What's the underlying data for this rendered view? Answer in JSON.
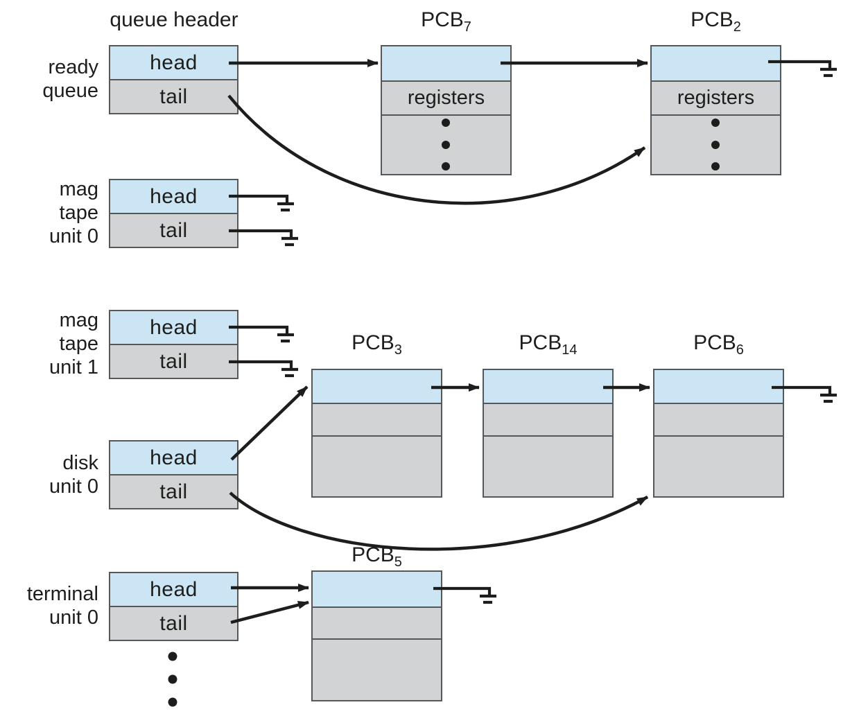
{
  "title_labels": {
    "queue_header": "queue header"
  },
  "queues": [
    {
      "name": "ready queue",
      "label_lines": [
        "ready",
        "queue"
      ],
      "head": "head",
      "tail": "tail"
    },
    {
      "name": "mag tape unit 0",
      "label_lines": [
        "mag",
        "tape",
        "unit 0"
      ],
      "head": "head",
      "tail": "tail"
    },
    {
      "name": "mag tape unit 1",
      "label_lines": [
        "mag",
        "tape",
        "unit 1"
      ],
      "head": "head",
      "tail": "tail"
    },
    {
      "name": "disk unit 0",
      "label_lines": [
        "disk",
        "unit 0"
      ],
      "head": "head",
      "tail": "tail"
    },
    {
      "name": "terminal unit 0",
      "label_lines": [
        "terminal",
        "unit 0"
      ],
      "head": "head",
      "tail": "tail"
    }
  ],
  "pcbs": [
    {
      "base": "PCB",
      "sub": "7",
      "row2": "registers"
    },
    {
      "base": "PCB",
      "sub": "2",
      "row2": "registers"
    },
    {
      "base": "PCB",
      "sub": "3",
      "row2": ""
    },
    {
      "base": "PCB",
      "sub": "14",
      "row2": ""
    },
    {
      "base": "PCB",
      "sub": "6",
      "row2": ""
    },
    {
      "base": "PCB",
      "sub": "5",
      "row2": ""
    }
  ],
  "colors": {
    "pointer_cell_fill": "#cbe5f4",
    "data_cell_fill": "#d2d3d4",
    "box_border": "#55585a",
    "line_color": "#1d1d1b",
    "background": "#ffffff"
  }
}
